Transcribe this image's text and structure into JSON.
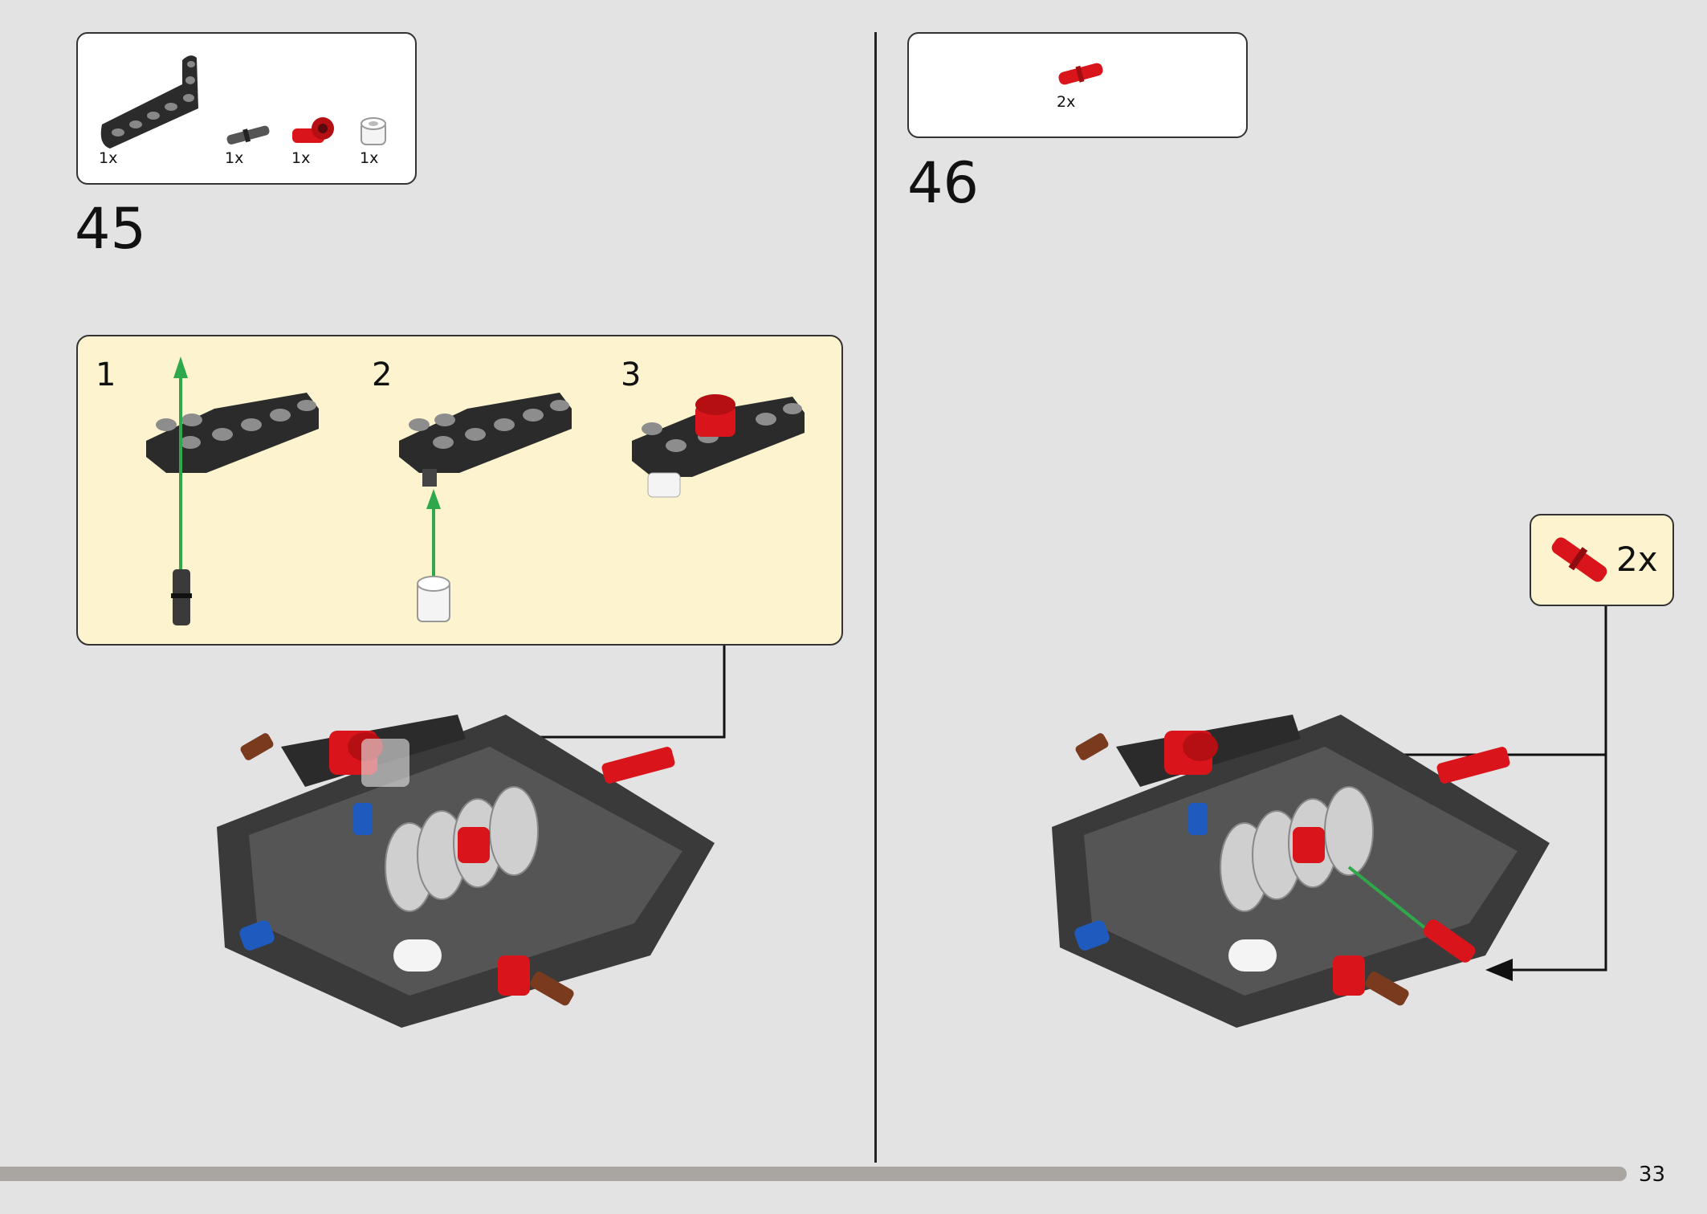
{
  "step45": {
    "number": "45",
    "parts": [
      {
        "name": "black L-beam 3x5",
        "qty": "1x"
      },
      {
        "name": "black pin with friction",
        "qty": "1x"
      },
      {
        "name": "red axle connector",
        "qty": "1x"
      },
      {
        "name": "white bush",
        "qty": "1x"
      }
    ],
    "substeps": [
      "1",
      "2",
      "3"
    ]
  },
  "step46": {
    "number": "46",
    "parts": [
      {
        "name": "red axle pin",
        "qty": "2x"
      }
    ],
    "callout_qty": "2x"
  },
  "page": {
    "number": "33",
    "progress": 0.95
  },
  "colors": {
    "background": "#e3e3e3",
    "parts_panel": "#ffffff",
    "substep_panel": "#fdf4cf",
    "beam_black": "#2b2b2b",
    "part_red": "#d9151b",
    "part_blue": "#1f5bbf",
    "arrow_green": "#2ea84a",
    "progress_bar": "#a9a6a2"
  },
  "icons": [
    "black-l-beam-icon",
    "black-pin-icon",
    "red-connector-icon",
    "white-bush-icon",
    "red-axle-pin-icon"
  ]
}
